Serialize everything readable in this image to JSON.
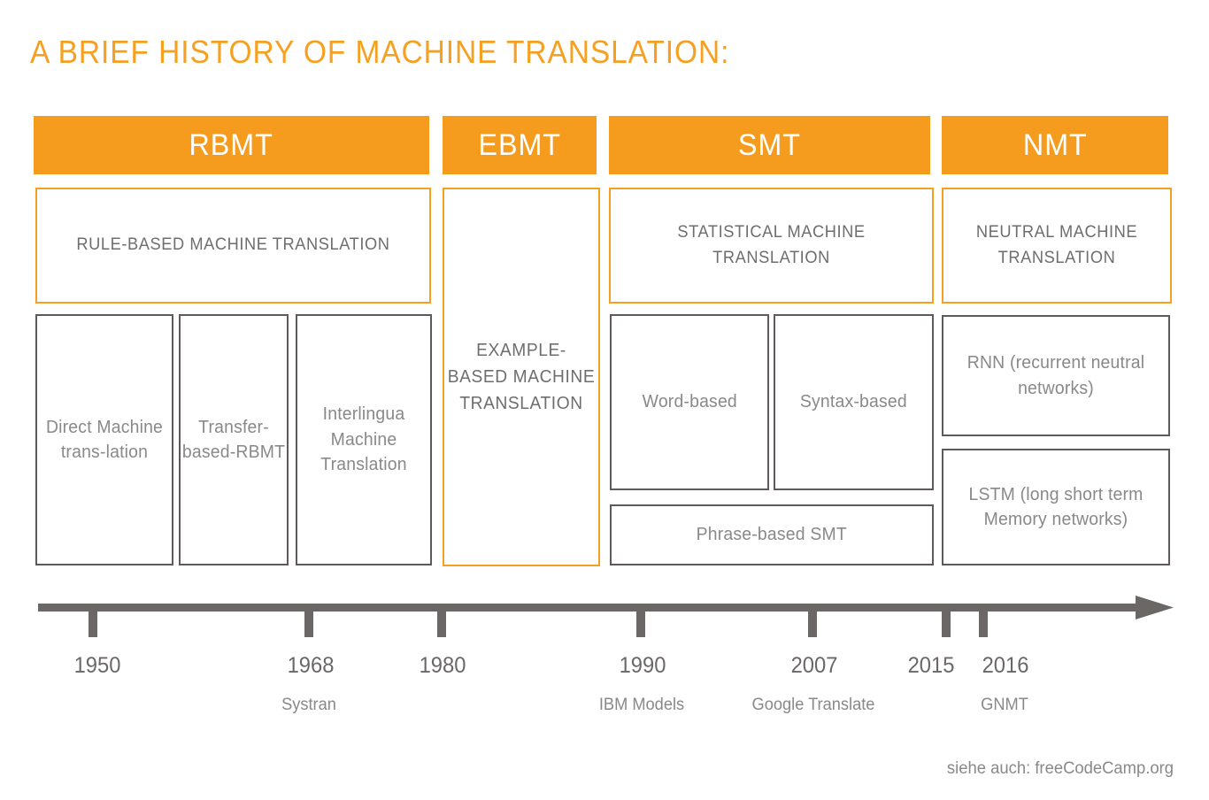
{
  "title": "A BRIEF HISTORY OF MACHINE TRANSLATION:",
  "columns": [
    {
      "key": "rbmt",
      "header": "RBMT",
      "description": "RULE-BASED MACHINE TRANSLATION",
      "items": [
        "Direct Machine trans-lation",
        "Transfer-based-RBMT",
        "Interlingua Machine Translation"
      ]
    },
    {
      "key": "ebmt",
      "header": "EBMT",
      "description": "EXAMPLE-BASED MACHINE TRANSLATION",
      "items": []
    },
    {
      "key": "smt",
      "header": "SMT",
      "description": "STATISTICAL MACHINE TRANSLATION",
      "items": [
        "Word-based",
        "Syntax-based",
        "Phrase-based SMT"
      ]
    },
    {
      "key": "nmt",
      "header": "NMT",
      "description": "NEUTRAL MACHINE TRANSLATION",
      "items": [
        "RNN (recurrent neutral networks)",
        "LSTM (long short term Memory networks)"
      ]
    }
  ],
  "timeline": {
    "ticks": [
      {
        "year": "1950",
        "event": ""
      },
      {
        "year": "1968",
        "event": "Systran"
      },
      {
        "year": "1980",
        "event": ""
      },
      {
        "year": "1990",
        "event": "IBM Models"
      },
      {
        "year": "2007",
        "event": "Google Translate"
      },
      {
        "year": "2015",
        "event": ""
      },
      {
        "year": "2016",
        "event": "GNMT"
      }
    ]
  },
  "footer": "siehe auch: freeCodeCamp.org",
  "colors": {
    "accent_orange": "#F59C1F",
    "orange_border": "#F5A021",
    "gray_border": "#5E5A5A",
    "body_text": "#8A8888",
    "timeline": "#6B6767"
  }
}
